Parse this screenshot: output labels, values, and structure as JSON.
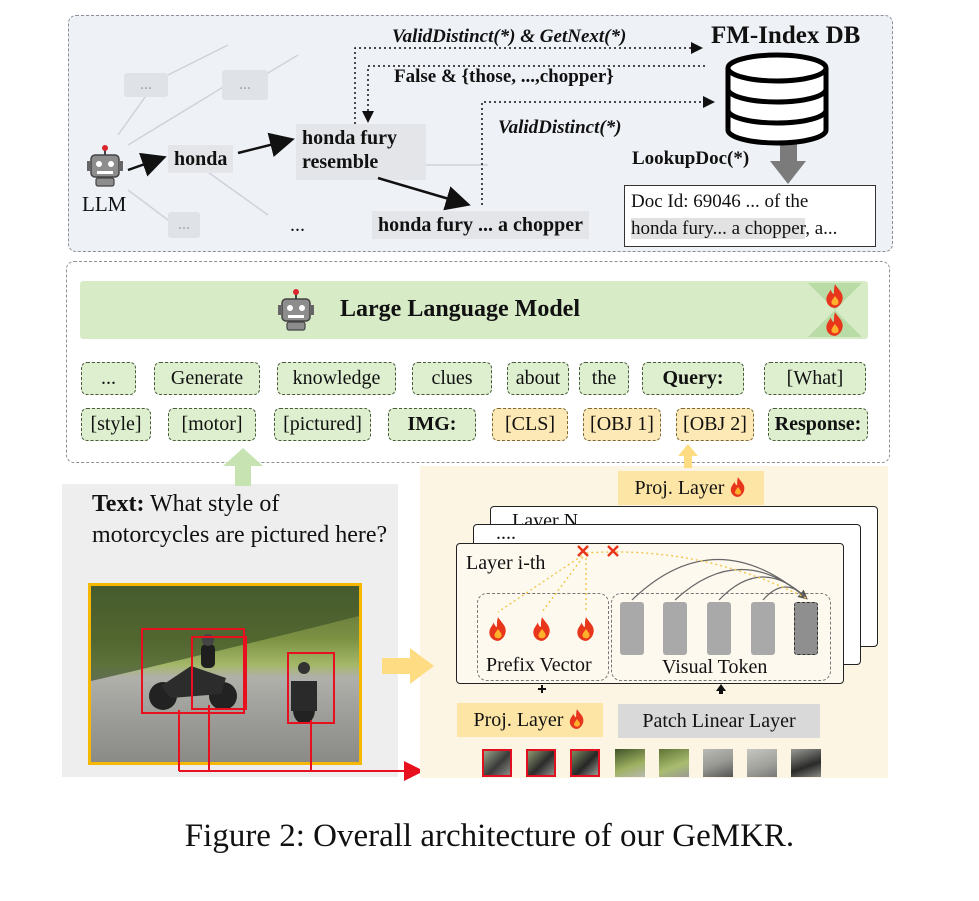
{
  "top": {
    "llm_label": "LLM",
    "chips": {
      "honda": "honda",
      "honda_fury_line1": "honda fury",
      "honda_fury_line2": "resemble",
      "chopper": "honda fury ...  a chopper"
    },
    "ghost_labels": [
      "...",
      "...",
      "..."
    ],
    "ellipsis": "...",
    "valid_next": "ValidDistinct(*) & GetNext(*)",
    "false_set": "False & {those, ...,chopper}",
    "valid_distinct": "ValidDistinct(*)",
    "db_title": "FM-Index DB",
    "lookup": "LookupDoc(*)",
    "doc_line1": "Doc Id: 69046 ... of the",
    "doc_line2_hl": "honda fury... a chopper",
    "doc_line2_rest": ", a..."
  },
  "llm": {
    "title": "Large Language Model",
    "row1": [
      "...",
      "Generate",
      "knowledge",
      "clues",
      "about",
      "the",
      "Query:",
      "[What]"
    ],
    "row2": [
      "[style]",
      "[motor]",
      "[pictured]",
      "IMG:",
      "[CLS]",
      "[OBJ 1]",
      "[OBJ 2]",
      "Response:"
    ]
  },
  "input": {
    "text_label": "Text:",
    "question": "What style of motorcycles are pictured here?"
  },
  "encoder": {
    "proj_layer_top": "Proj. Layer",
    "layer_n": "Layer N",
    "layer_dots": "....",
    "layer_i": "Layer i-th",
    "prefix_vector": "Prefix Vector",
    "visual_token": "Visual Token",
    "proj_layer_bottom": "Proj. Layer",
    "patch_linear": "Patch Linear Layer"
  },
  "caption": "Figure 2: Overall architecture of our GeMKR.",
  "colors": {
    "llm_green": "#d7ebc7",
    "token_yellow": "#fde9b5",
    "bbox_red": "#e8101e",
    "photo_border": "#f5b700",
    "fire": "#e8361c"
  }
}
